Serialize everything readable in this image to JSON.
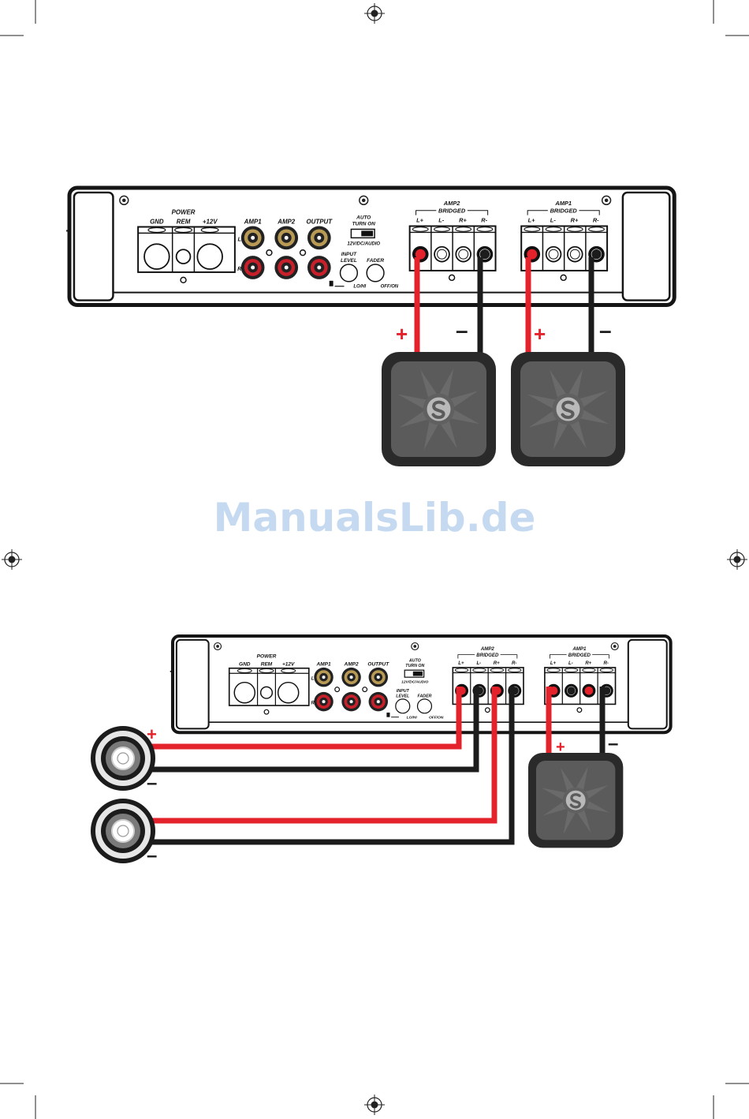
{
  "watermark": "ManualsLib.de",
  "colors": {
    "wire_positive": "#e3222b",
    "wire_negative": "#1c1c1c",
    "panel_outline": "#151515",
    "sub_body": "#2a2a2a",
    "sub_face": "#5b5b5b",
    "rca_red": "#c8202a",
    "rca_white": "#b89a55",
    "watermark": "#c5daf1"
  },
  "amplifier": {
    "power_title": "POWER",
    "power_labels": [
      "GND",
      "REM",
      "+12V"
    ],
    "rca_headers": [
      "AMP1",
      "AMP2",
      "OUTPUT"
    ],
    "rca_rows": [
      "L",
      "R"
    ],
    "switch_title_1": "AUTO",
    "switch_title_2": "TURN ON",
    "switch_caption": "12V/DC/AUDIO",
    "input_level_1": "INPUT",
    "input_level_2": "LEVEL",
    "input_level_caption": "LO/HI",
    "fader": "FADER",
    "fader_caption": "OFF/ON",
    "amp2_title": "AMP2",
    "amp1_title": "AMP1",
    "bridged": "BRIDGED",
    "terminal_labels": [
      "L+",
      "L-",
      "R+",
      "R-"
    ]
  },
  "diagram_top": {
    "signs": [
      "+",
      "–",
      "+",
      "–"
    ]
  },
  "diagram_bottom": {
    "signs": [
      "+",
      "–",
      "–",
      "+",
      "–"
    ]
  }
}
